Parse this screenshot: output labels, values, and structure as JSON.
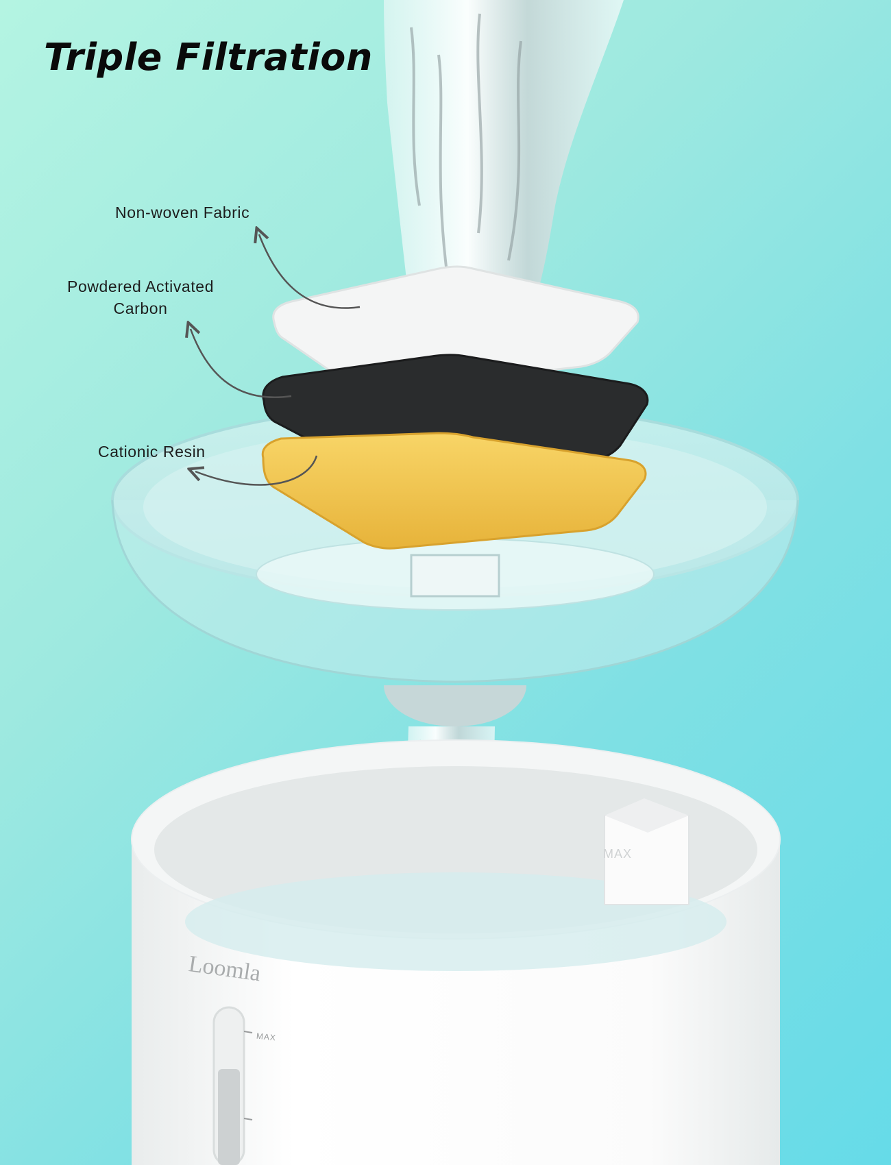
{
  "heading": {
    "title": "Triple Filtration"
  },
  "callouts": [
    {
      "lines": [
        "Non-woven Fabric"
      ]
    },
    {
      "lines": [
        "Powdered Activated",
        "Carbon"
      ]
    },
    {
      "lines": [
        "Cationic Resin"
      ]
    }
  ],
  "product": {
    "brand": "Loomla",
    "level_mark": "MAX",
    "float_mark": "MAX"
  },
  "colors": {
    "background_top": "#b4f4e2",
    "background_bottom": "#66dbe8",
    "fabric_layer": "#f4f5f5",
    "carbon_layer": "#2a2c2d",
    "resin_layer": "#f3c547",
    "tank_body": "#ffffff",
    "tray": "#cbeeee"
  }
}
